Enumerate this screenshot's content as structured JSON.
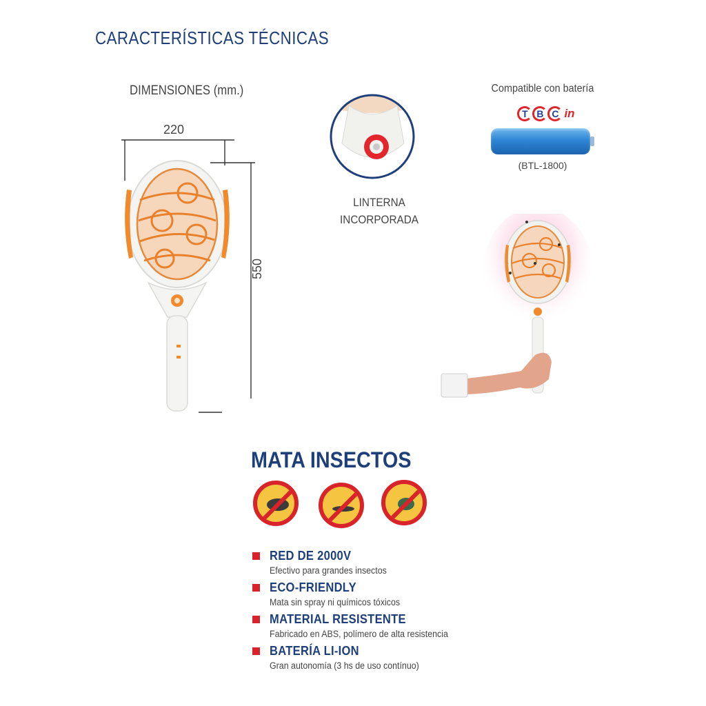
{
  "header": {
    "title": "CARACTERÍSTICAS TÉCNICAS"
  },
  "dimensions": {
    "label": "DIMENSIONES (mm.)",
    "width": "220",
    "height": "550"
  },
  "flashlight": {
    "line1": "LINTERNA",
    "line2": "INCORPORADA"
  },
  "battery": {
    "compatible_label": "Compatible con batería",
    "logo_text": "TBCin",
    "logo_letters": [
      "T",
      "B",
      "C"
    ],
    "logo_suffix": "in",
    "model": "(BTL-1800)"
  },
  "product": {
    "title": "MATA INSECTOS"
  },
  "insects": [
    "cockroach-icon",
    "mosquito-icon",
    "fly-icon"
  ],
  "features": [
    {
      "title": "RED DE 2000V",
      "description": "Efectivo para grandes insectos"
    },
    {
      "title": "ECO-FRIENDLY",
      "description": "Mata sin spray ni químicos tóxicos"
    },
    {
      "title": "MATERIAL RESISTENTE",
      "description": "Fabricado en ABS, polímero de alta resistencia"
    },
    {
      "title": "BATERÍA LI-ION",
      "description": "Gran autonomía (3 hs de uso contínuo)"
    }
  ],
  "colors": {
    "title_blue": "#1f3f7a",
    "accent_red": "#d8232a",
    "racket_orange": "#f08a2c"
  }
}
